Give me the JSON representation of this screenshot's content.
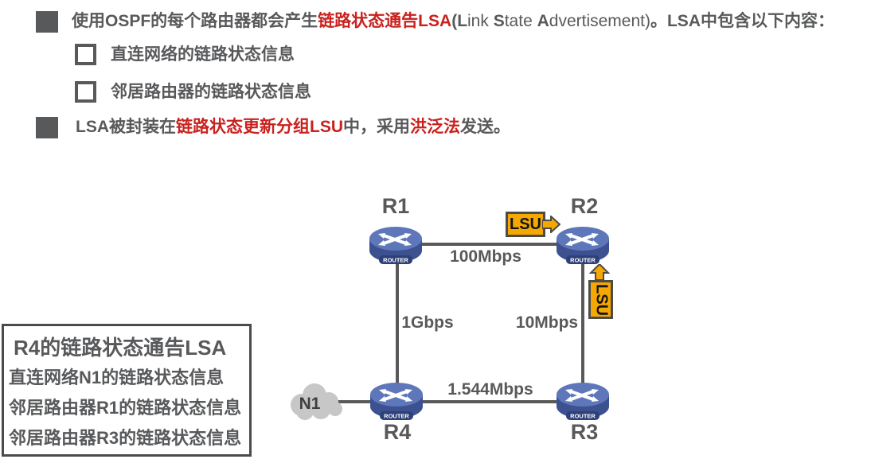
{
  "colors": {
    "text_dark": "#58595B",
    "accent_red": "#C9211E",
    "lsu_orange": "#F5A802",
    "router_blue_top": "#5E77BA",
    "router_blue_side": "#3D5191",
    "link_gray": "#595959",
    "cloud_gray": "#C7C7C7"
  },
  "bullets": {
    "item1": {
      "segments": [
        {
          "t": "使用OSPF的每个路由器都会产生",
          "c": "dark",
          "b": true
        },
        {
          "t": "链路状态通告LSA",
          "c": "red",
          "b": true
        },
        {
          "t": "(",
          "c": "dark",
          "b": true
        },
        {
          "t": "L",
          "c": "dark",
          "b": true
        },
        {
          "t": "ink ",
          "c": "dark",
          "b": false
        },
        {
          "t": "S",
          "c": "dark",
          "b": true
        },
        {
          "t": "tate ",
          "c": "dark",
          "b": false
        },
        {
          "t": "A",
          "c": "dark",
          "b": true
        },
        {
          "t": "dvertisement)",
          "c": "dark",
          "b": false
        },
        {
          "t": "。LSA中包含以下内容：",
          "c": "dark",
          "b": true
        }
      ]
    },
    "sub_items": [
      "直连网络的链路状态信息",
      "邻居路由器的链路状态信息"
    ],
    "item2": {
      "segments": [
        {
          "t": "LSA被封装在",
          "c": "dark",
          "b": true
        },
        {
          "t": "链路状态更新分组LSU",
          "c": "red",
          "b": true
        },
        {
          "t": "中，采用",
          "c": "dark",
          "b": true
        },
        {
          "t": "洪泛法",
          "c": "red",
          "b": true
        },
        {
          "t": "发送。",
          "c": "dark",
          "b": true
        }
      ]
    }
  },
  "info_box": {
    "title": "R4的链路状态通告LSA",
    "lines": [
      "直连网络N1的链路状态信息",
      "邻居路由器R1的链路状态信息",
      "邻居路由器R3的链路状态信息"
    ]
  },
  "diagram": {
    "router_caption": "ROUTER",
    "nodes": [
      {
        "label": "R1"
      },
      {
        "label": "R2"
      },
      {
        "label": "R3"
      },
      {
        "label": "R4"
      }
    ],
    "cloud": {
      "label": "N1"
    },
    "links": [
      {
        "from": "R1",
        "to": "R2",
        "bandwidth": "100Mbps"
      },
      {
        "from": "R1",
        "to": "R4",
        "bandwidth": "1Gbps"
      },
      {
        "from": "R2",
        "to": "R3",
        "bandwidth": "10Mbps"
      },
      {
        "from": "R4",
        "to": "R3",
        "bandwidth": "1.544Mbps"
      },
      {
        "from": "N1",
        "to": "R4",
        "bandwidth": ""
      }
    ],
    "lsu_labels": [
      {
        "text": "LSU",
        "direction": "right"
      },
      {
        "text": "LSU",
        "direction": "up"
      }
    ]
  }
}
